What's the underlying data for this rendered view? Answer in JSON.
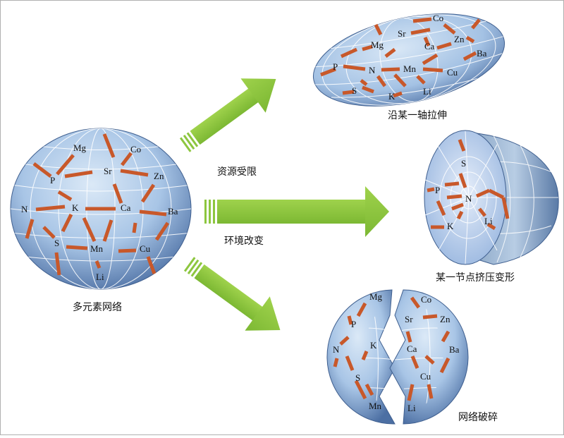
{
  "sphere_main": {
    "caption": "多元素网络",
    "elements": [
      "Mg",
      "Co",
      "P",
      "Sr",
      "Zn",
      "N",
      "K",
      "Ca",
      "Ba",
      "S",
      "Mn",
      "Cu",
      "Li"
    ]
  },
  "ellipsoid_stretch": {
    "caption": "沿某一轴拉伸",
    "elements": [
      "Co",
      "Sr",
      "Mg",
      "Zn",
      "Ca",
      "Ba",
      "P",
      "N",
      "Mn",
      "Cu",
      "S",
      "K",
      "Li"
    ]
  },
  "hemisphere_compress": {
    "caption": "某一节点挤压变形",
    "elements": [
      "S",
      "P",
      "N",
      "K",
      "Li"
    ]
  },
  "sphere_broken": {
    "caption": "网络破碎",
    "elements": [
      "Mg",
      "Co",
      "P",
      "Sr",
      "Zn",
      "N",
      "K",
      "Ca",
      "Ba",
      "S",
      "Cu",
      "Mn",
      "Li"
    ]
  },
  "arrows": {
    "top_label": "资源受限",
    "middle_label": "环境改变"
  },
  "colors": {
    "sphere_fill": "#a9c7e8",
    "grid_line": "#ffffff",
    "bond": "#c8582a",
    "arrow": "#8dc63f"
  }
}
